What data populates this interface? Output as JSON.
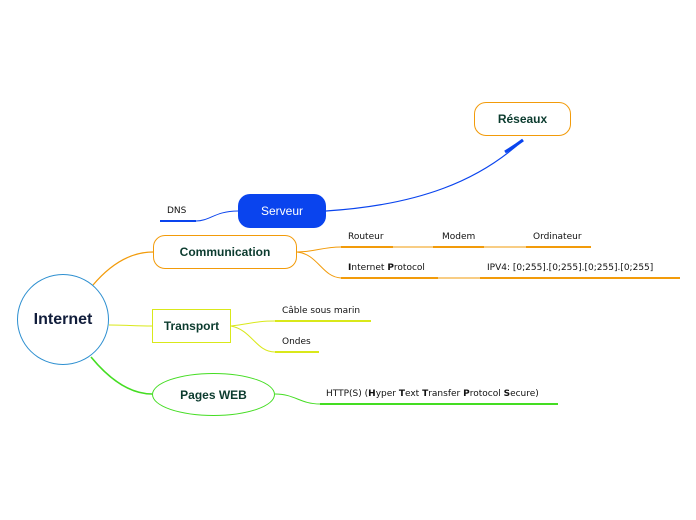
{
  "colors": {
    "root": "#2d8fd0",
    "serveur": "#0a44ee",
    "reseaux": "#f29b0a",
    "communication": "#f29b0a",
    "transport": "#d9e81a",
    "pages": "#44dd22"
  },
  "nodes": {
    "root": "Internet",
    "reseaux": "Réseaux",
    "serveur": "Serveur",
    "communication": "Communication",
    "transport": "Transport",
    "pages_web": "Pages WEB"
  },
  "leaves": {
    "dns": "DNS",
    "routeur": "Routeur",
    "modem": "Modem",
    "ordinateur": "Ordinateur",
    "ip_rest1": "nternet ",
    "ip_init1": "I",
    "ip_init2": "P",
    "ip_rest2": "rotocol",
    "ipv4": "IPV4: [0;255].[0;255].[0;255].[0;255]",
    "cable": "Câble sous marin",
    "ondes": "Ondes",
    "http_pre": "HTTP(S) (",
    "http_h": "H",
    "http_yper": "yper ",
    "http_t1": "T",
    "http_ext": "ext ",
    "http_t2": "T",
    "http_ransfer": "ransfer ",
    "http_p": "P",
    "http_rotocol": "rotocol ",
    "http_s": "S",
    "http_ecure": "ecure)"
  }
}
